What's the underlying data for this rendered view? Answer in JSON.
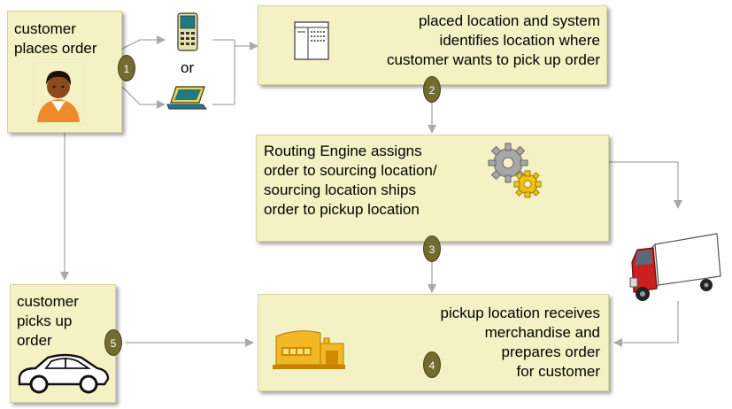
{
  "steps": {
    "customer_places": "customer\nplaces order",
    "or_text": "or",
    "placed_location": "placed location and system\nidentifies location where\ncustomer wants to pick up order",
    "routing_engine": "Routing Engine assigns\norder to sourcing location/\nsourcing location ships\norder to pickup location",
    "customer_picks": "customer\npicks up\n order",
    "pickup_location": "pickup location receives\nmerchandise and\nprepares order\nfor customer"
  },
  "badges": {
    "b1": "1",
    "b2": "2",
    "b3": "3",
    "b4": "4",
    "b5": "5"
  },
  "colors": {
    "box_fill": "#f4f2c4",
    "badge_fill": "#736b2f",
    "arrow": "#a9a9a9",
    "truck_cab": "#cc1f1f"
  }
}
